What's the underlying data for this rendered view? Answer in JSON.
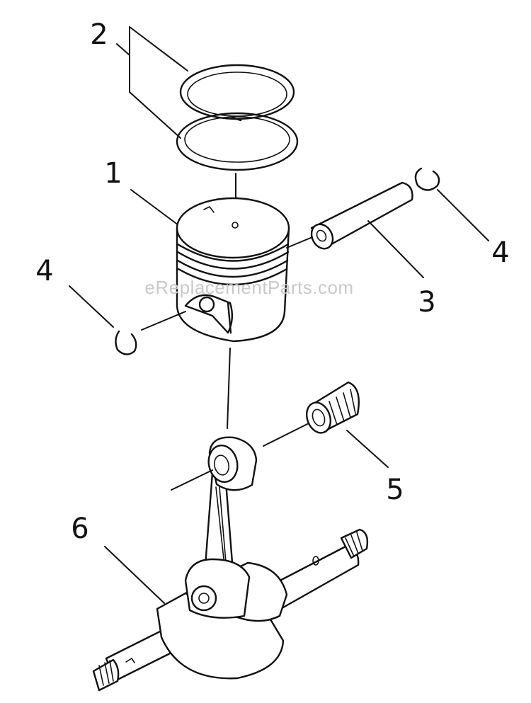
{
  "watermark": "eReplacementParts.com",
  "callouts": {
    "piston": "1",
    "piston_rings": "2",
    "piston_pin": "3",
    "circlip_right": "4",
    "circlip_left": "4",
    "needle_bearing": "5",
    "crankshaft": "6"
  },
  "colors": {
    "line": "#111111",
    "background": "#ffffff",
    "watermark": "#c9c9c9"
  }
}
